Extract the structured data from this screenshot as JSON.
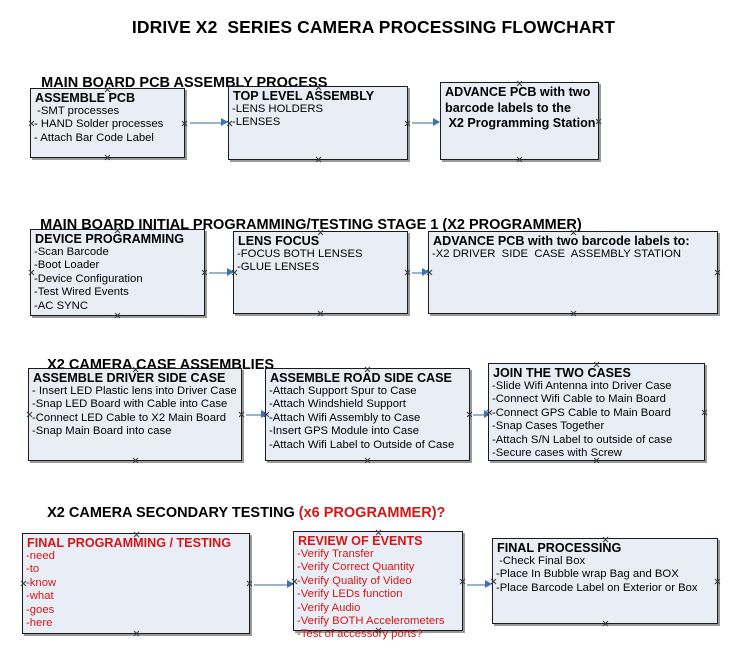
{
  "document": {
    "title": "IDRIVE X2  SERIES CAMERA PROCESSING FLOWCHART"
  },
  "colors": {
    "box_fill": "#e9eef6",
    "box_border": "#1a1a1a",
    "connector_line": "#9bb4cd",
    "connector_arrow": "#3b73b9",
    "accent_red": "#d41616",
    "text": "#000000",
    "background": "#ffffff"
  },
  "sections": [
    {
      "heading": "MAIN BOARD PCB ASSEMBLY PROCESS",
      "heading_accent": "",
      "boxes": [
        {
          "title": "ASSEMBLE PCB",
          "lines": [
            " -SMT processes",
            "- HAND Solder processes",
            "- Attach Bar Code Label"
          ]
        },
        {
          "title": "TOP LEVEL ASSEMBLY",
          "lines": [
            "-LENS HOLDERS",
            "-LENSES"
          ]
        },
        {
          "title": "ADVANCE PCB with two\nbarcode labels to the\n X2 Programming Station",
          "lines": []
        }
      ]
    },
    {
      "heading": "MAIN BOARD INITIAL PROGRAMMING/TESTING STAGE 1 (X2 PROGRAMMER)",
      "heading_accent": "",
      "boxes": [
        {
          "title": "DEVICE PROGRAMMING",
          "lines": [
            "-Scan Barcode",
            "-Boot Loader",
            "-Device Configuration",
            "-Test Wired Events",
            "-AC SYNC"
          ]
        },
        {
          "title": "LENS FOCUS",
          "lines": [
            "-FOCUS BOTH LENSES",
            "-GLUE LENSES"
          ]
        },
        {
          "title": "ADVANCE PCB with two barcode labels to:",
          "lines": [
            "-X2 DRIVER  SIDE  CASE  ASSEMBLY STATION"
          ]
        }
      ]
    },
    {
      "heading": "X2 CAMERA CASE ASSEMBLIES",
      "heading_accent": "",
      "boxes": [
        {
          "title": "ASSEMBLE DRIVER SIDE CASE",
          "lines": [
            "- Insert LED Plastic lens into Driver Case",
            "-Snap LED Board with Cable into Case",
            "-Connect LED Cable to X2 Main Board",
            "-Snap Main Board into case"
          ]
        },
        {
          "title": "ASSEMBLE ROAD SIDE CASE",
          "lines": [
            "-Attach Support Spur to Case",
            "-Attach Windshield Support",
            "-Attach Wifi Assembly to Case",
            "-Insert GPS Module into Case",
            "-Attach Wifi Label to Outside of Case"
          ]
        },
        {
          "title": "JOIN THE TWO CASES",
          "lines": [
            "-Slide Wifi Antenna into Driver Case",
            "-Connect Wifi Cable to Main Board",
            "-Connect GPS Cable to Main Board",
            "-Snap Cases Together",
            "-Attach S/N Label to outside of case",
            "-Secure cases with Screw"
          ]
        }
      ]
    },
    {
      "heading": "X2 CAMERA SECONDARY TESTING ",
      "heading_accent": "(x6 PROGRAMMER)?",
      "boxes": [
        {
          "title": "FINAL PROGRAMMING / TESTING",
          "lines": [
            "-need",
            "-to",
            "-know",
            "-what",
            "-goes",
            "-here"
          ]
        },
        {
          "title": "REVIEW OF EVENTS",
          "lines": [
            "-Verify Transfer",
            "-Verify Correct Quantity",
            "-Verify Quality of Video",
            "-Verify LEDs function",
            "-Verify Audio",
            "-Verify BOTH Accelerometers",
            "-Test of accessory ports?"
          ]
        },
        {
          "title": "FINAL PROCESSING",
          "lines": [
            " -Check Final Box",
            "-Place In Bubble wrap Bag and BOX",
            "-Place Barcode Label on Exterior or Box"
          ]
        }
      ]
    }
  ]
}
